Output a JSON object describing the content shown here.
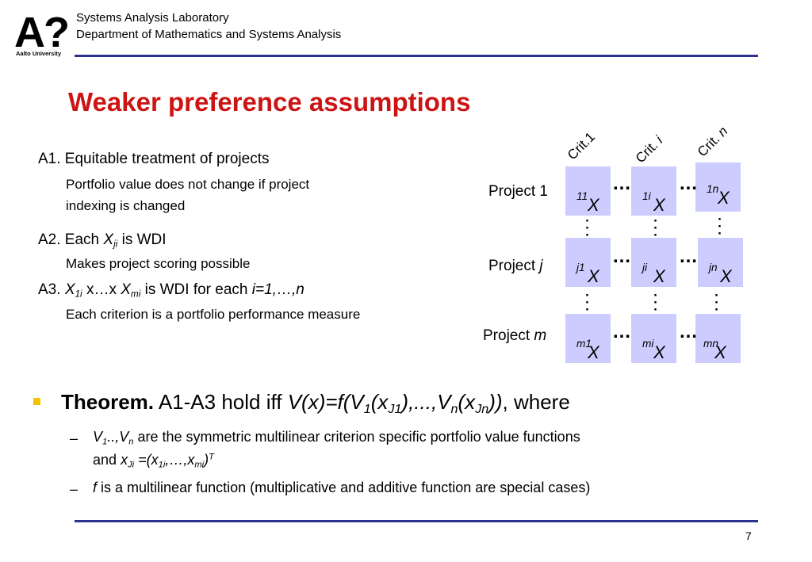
{
  "header": {
    "logo_mark": "A?",
    "logo_subtitle": "Aalto University",
    "lab_name": "Systems Analysis Laboratory",
    "department": "Department of Mathematics and Systems Analysis"
  },
  "slide": {
    "title": "Weaker preference assumptions",
    "page_number": "7"
  },
  "assumptions": {
    "a1_title": "A1. Equitable treatment of projects",
    "a1_desc_line1": "Portfolio value does not change if project",
    "a1_desc_line2": "indexing is changed",
    "a2_prefix": "A2. Each",
    "a2_var": "X",
    "a2_var_sub": "ji",
    "a2_suffix": "is WDI",
    "a2_desc": "Makes project scoring possible",
    "a3_prefix": "A3.",
    "a3_var1": "X",
    "a3_var1_sub": "1i",
    "a3_mid": "x…x",
    "a3_var2": "X",
    "a3_var2_sub": "mi",
    "a3_suffix": "is WDI for each",
    "a3_range": "i=1,…,n",
    "a3_desc": "Each criterion is a portfolio performance measure"
  },
  "matrix": {
    "criteria": [
      "Crit.1",
      "Crit.",
      "Crit."
    ],
    "criteria_italic": [
      "",
      "i",
      "n"
    ],
    "rows": [
      {
        "label": "Project 1",
        "label_italic": ""
      },
      {
        "label": "Project",
        "label_italic": "j"
      },
      {
        "label": "Project",
        "label_italic": "m"
      }
    ],
    "cells": [
      [
        {
          "base": "X",
          "sub": "11"
        },
        {
          "base": "X",
          "sub": "1i"
        },
        {
          "base": "X",
          "sub": "1n"
        }
      ],
      [
        {
          "base": "X",
          "sub": "j1"
        },
        {
          "base": "X",
          "sub": "ji"
        },
        {
          "base": "X",
          "sub": "jn"
        }
      ],
      [
        {
          "base": "X",
          "sub": "m1"
        },
        {
          "base": "X",
          "sub": "mi"
        },
        {
          "base": "X",
          "sub": "mn"
        }
      ]
    ],
    "hdots": "…",
    "vdots": "⋮",
    "cell_color": "#ccccff"
  },
  "theorem": {
    "label": "Theorem.",
    "text": "A1-A3 hold iff",
    "formula": "V(x)=f(V1(xJ1),...,Vn(xJn))",
    "suffix": ", where",
    "bullet1_vars": "V1..,Vn",
    "bullet1_text": "are the symmetric multilinear criterion specific portfolio value functions",
    "bullet1_line2_prefix": "and",
    "bullet1_line2_formula": "xJi =(x1i,…,xmi)T",
    "bullet2_var": "f",
    "bullet2_text": "is a multilinear function (multiplicative and additive function are special cases)",
    "dash": "–"
  },
  "colors": {
    "title_red": "#cc1414",
    "rule_blue": "#2e3192",
    "bullet_yellow": "#f5c400"
  }
}
